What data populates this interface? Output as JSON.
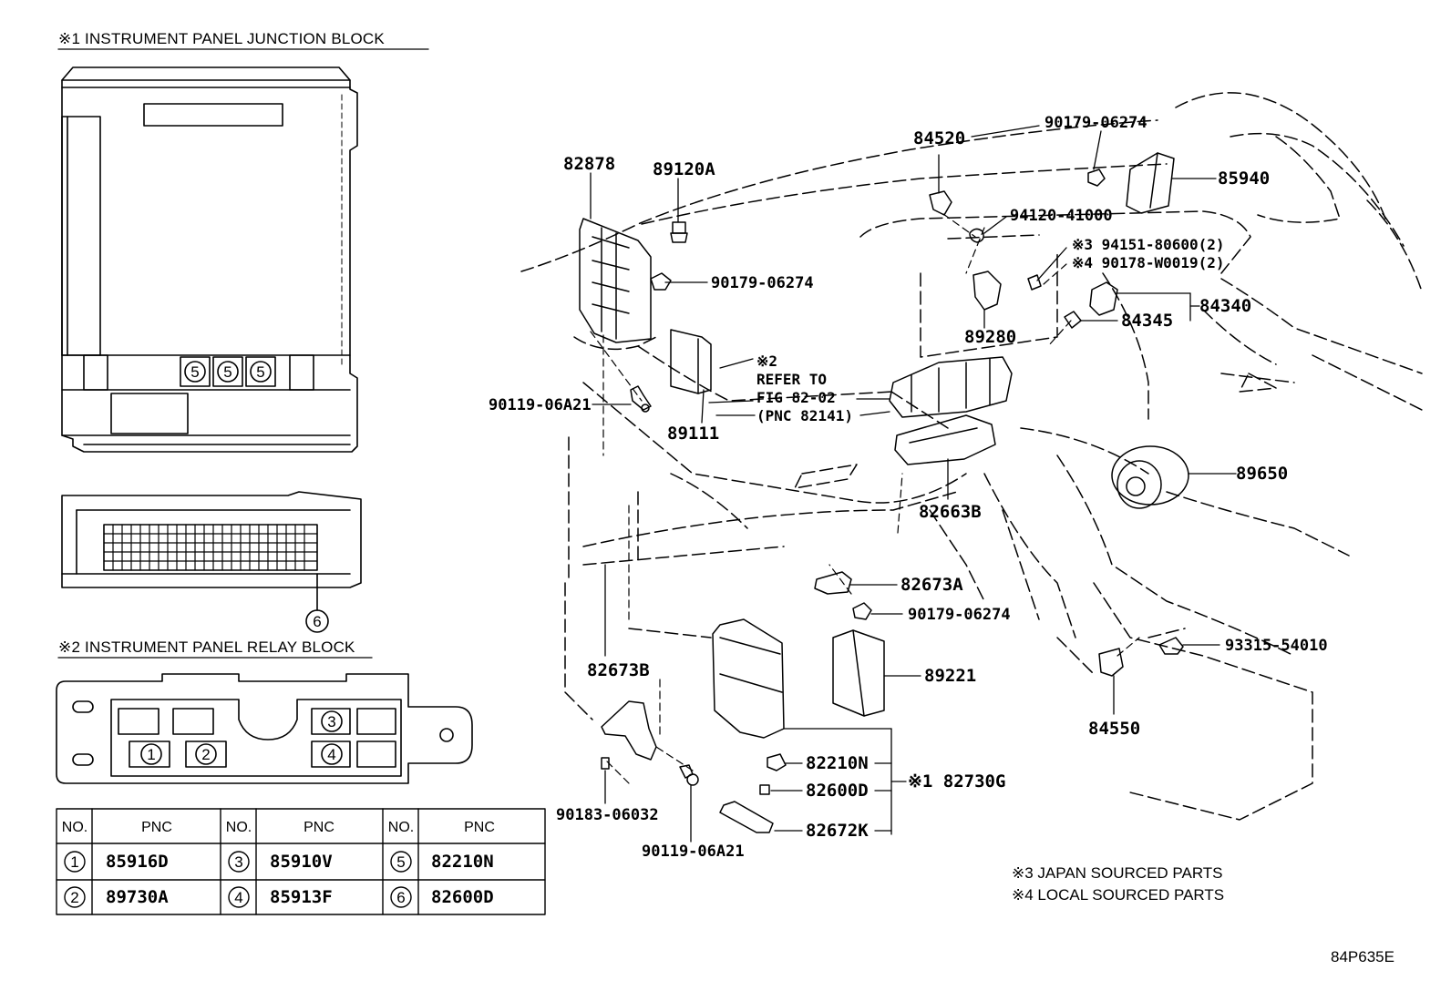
{
  "headings": {
    "junction_block": "※1 INSTRUMENT PANEL JUNCTION BLOCK",
    "relay_block": "※2 INSTRUMENT PANEL RELAY BLOCK"
  },
  "badges": {
    "n1": "1",
    "n2": "2",
    "n3": "3",
    "n4": "4",
    "n5": "5",
    "n6": "6"
  },
  "table": {
    "headers": [
      "NO.",
      "PNC",
      "NO.",
      "PNC",
      "NO.",
      "PNC"
    ],
    "rows": [
      {
        "no_a": "1",
        "pnc_a": "85916D",
        "no_b": "3",
        "pnc_b": "85910V",
        "no_c": "5",
        "pnc_c": "82210N"
      },
      {
        "no_a": "2",
        "pnc_a": "89730A",
        "no_b": "4",
        "pnc_b": "85913F",
        "no_c": "6",
        "pnc_c": "82600D"
      }
    ]
  },
  "parts": {
    "p82878": "82878",
    "p89120a": "89120A",
    "p84520": "84520",
    "p90179_top": "90179-06274",
    "p85940": "85940",
    "p94120": "94120-41000",
    "p94151": "※3 94151-80600(2)",
    "p90178": "※4 90178-W0019(2)",
    "p90179_mid": "90179-06274",
    "p84340": "84340",
    "p84345": "84345",
    "p89280": "89280",
    "ref_mark": "※2",
    "ref_1": "REFER TO",
    "ref_2": "FIG 82-02",
    "ref_3": "(PNC 82141)",
    "p90119_left": "90119-06A21",
    "p89111": "89111",
    "p89650": "89650",
    "p82663b": "82663B",
    "p82673a": "82673A",
    "p90179_low": "90179-06274",
    "p93315": "93315-54010",
    "p82673b": "82673B",
    "p89221": "89221",
    "p84550": "84550",
    "p82210n": "82210N",
    "p82600d": "82600D",
    "p82730g": "※1 82730G",
    "p82672k": "82672K",
    "p90183": "90183-06032",
    "p90119_bottom": "90119-06A21"
  },
  "footnotes": {
    "japan": "※3 JAPAN SOURCED PARTS",
    "local": "※4 LOCAL SOURCED PARTS"
  },
  "diagram_code": "84P635E"
}
